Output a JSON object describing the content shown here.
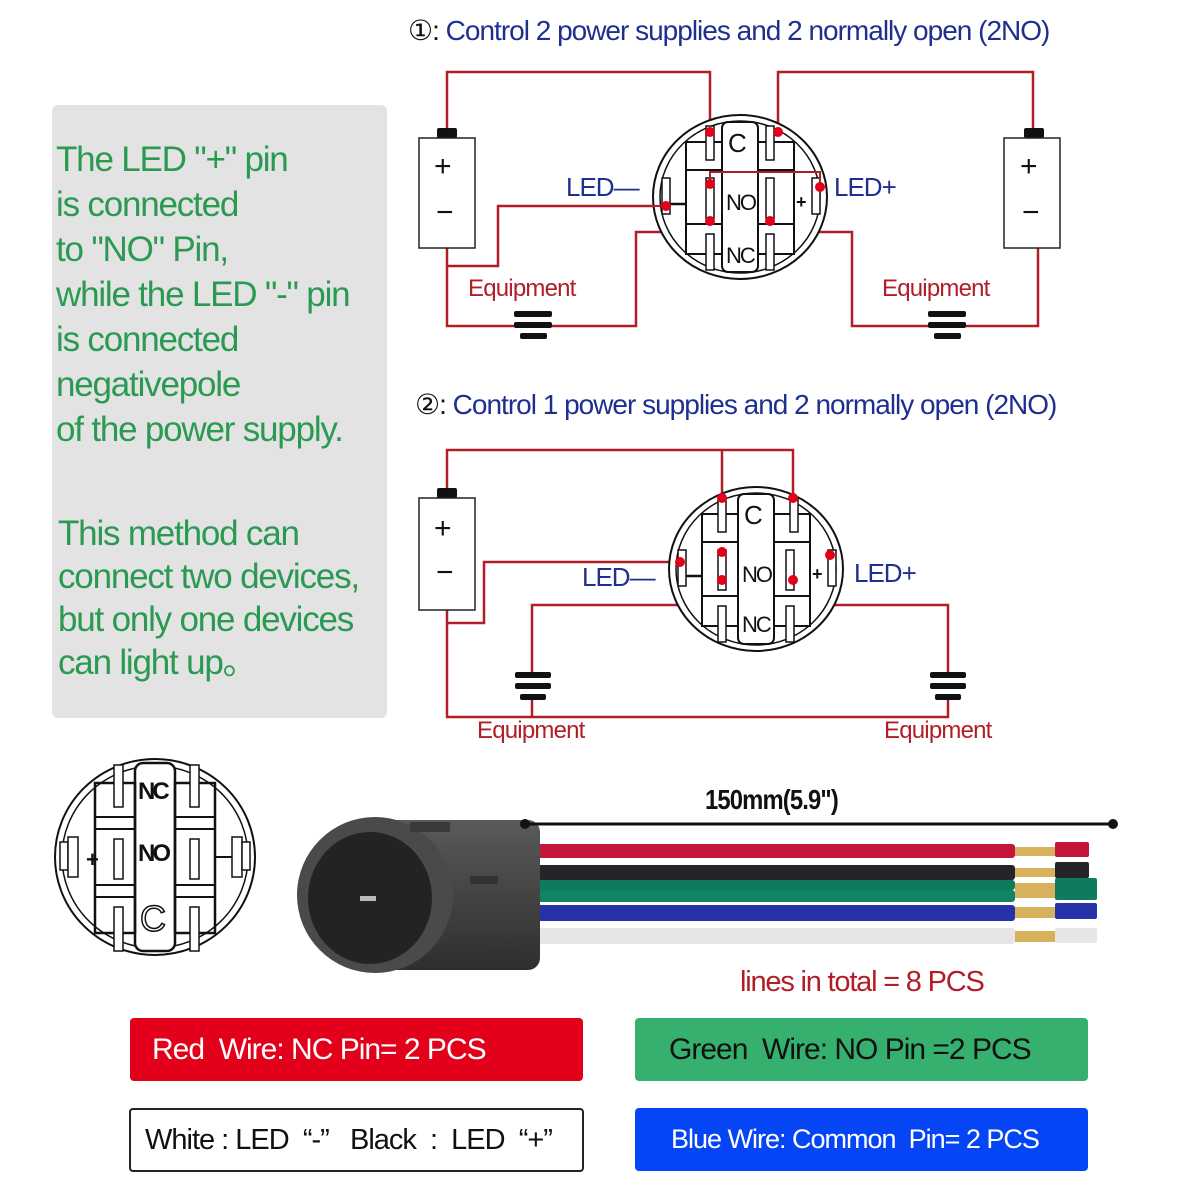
{
  "diagram1": {
    "number": "①:",
    "title": "Control 2 power supplies and 2 normally open (2NO)",
    "led_minus": "LED—",
    "led_plus": "LED+",
    "equipment_left": "Equipment",
    "equipment_right": "Equipment",
    "battery_plus": "+",
    "battery_minus": "−"
  },
  "diagram2": {
    "number": "②:",
    "title": "Control 1 power supplies and 2 normally open (2NO)",
    "led_minus": "LED—",
    "led_plus": "LED+",
    "equipment_left": "Equipment",
    "equipment_right": "Equipment",
    "battery_plus": "+",
    "battery_minus": "−"
  },
  "switch_pins": {
    "common": "C",
    "normally_open": "NO",
    "normally_closed": "NC",
    "plus": "+"
  },
  "side_note": {
    "paragraph1": "The LED \"+\" pin\n is connected\n to \"NO\" Pin,\nwhile the LED \"-\" pin\nis connected\nnegativepole\nof the power supply.",
    "paragraph2": "This method can\nconnect two devices,\nbut only one devices\ncan light up。"
  },
  "cable": {
    "length_label": "150mm(5.9\")",
    "total_label": "lines in total = 8 PCS",
    "wire_colors": [
      "#c4163a",
      "#23252b",
      "#0e7a5e",
      "#2632a8",
      "#e6e6e6"
    ]
  },
  "legend": {
    "red": {
      "label": "Red  Wire: NC Pin= 2 PCS",
      "color": "#e3001b"
    },
    "green": {
      "label": "Green  Wire: NO Pin =2 PCS",
      "color": "#35b06f"
    },
    "white_black": {
      "label": "White : LED  “-”   Black  :  LED  “+”",
      "color": "#ffffff"
    },
    "blue": {
      "label": "Blue Wire: Common  Pin= 2 PCS",
      "color": "#0645f5"
    }
  },
  "colors": {
    "wire_red": "#b21e28",
    "title_blue": "#1f2f8f",
    "note_green": "#2a9a52",
    "panel_gray": "#e3e3e3"
  }
}
